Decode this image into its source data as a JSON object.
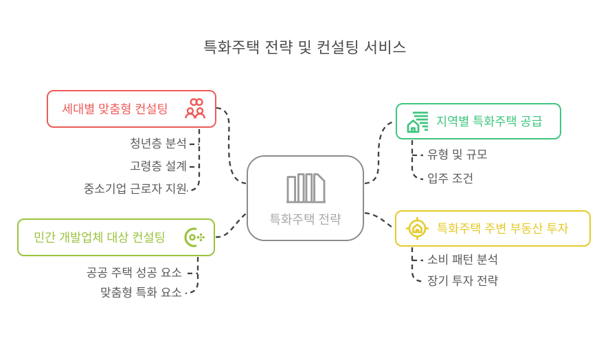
{
  "title": "특화주택 전략 및 컨설팅 서비스",
  "center": {
    "label": "특화주택 전략",
    "icon": "building-icon"
  },
  "branches": [
    {
      "label": "세대별 맞춤형 컨설팅",
      "icon": "team-icon",
      "color": "#ee5a57",
      "position": "top-left",
      "items": [
        "청년층 분석",
        "고령층 설계",
        "중소기업 근로자 지원"
      ]
    },
    {
      "label": "지역별 특화주택 공급",
      "icon": "house-list-icon",
      "color": "#3ec57e",
      "position": "top-right",
      "items": [
        "유형 및 규모",
        "입주 조건"
      ]
    },
    {
      "label": "민간 개발업체 대상 컨설팅",
      "icon": "process-icon",
      "color": "#9ac23d",
      "position": "bottom-left",
      "items": [
        "공공 주택 성공 요소",
        "맞춤형 특화 요소"
      ]
    },
    {
      "label": "특화주택 주변 부동산 투자",
      "icon": "house-target-icon",
      "color": "#e4ca2a",
      "position": "bottom-right",
      "items": [
        "소비 패턴 분석",
        "장기 투자 전략"
      ]
    }
  ],
  "colors": {
    "connector": "#3f3f3f",
    "center_border": "#8b8b8b",
    "center_text": "#a8a8a8",
    "item_text": "#5a5a5a",
    "title_text": "#4c4c4c",
    "background": "#ffffff"
  }
}
